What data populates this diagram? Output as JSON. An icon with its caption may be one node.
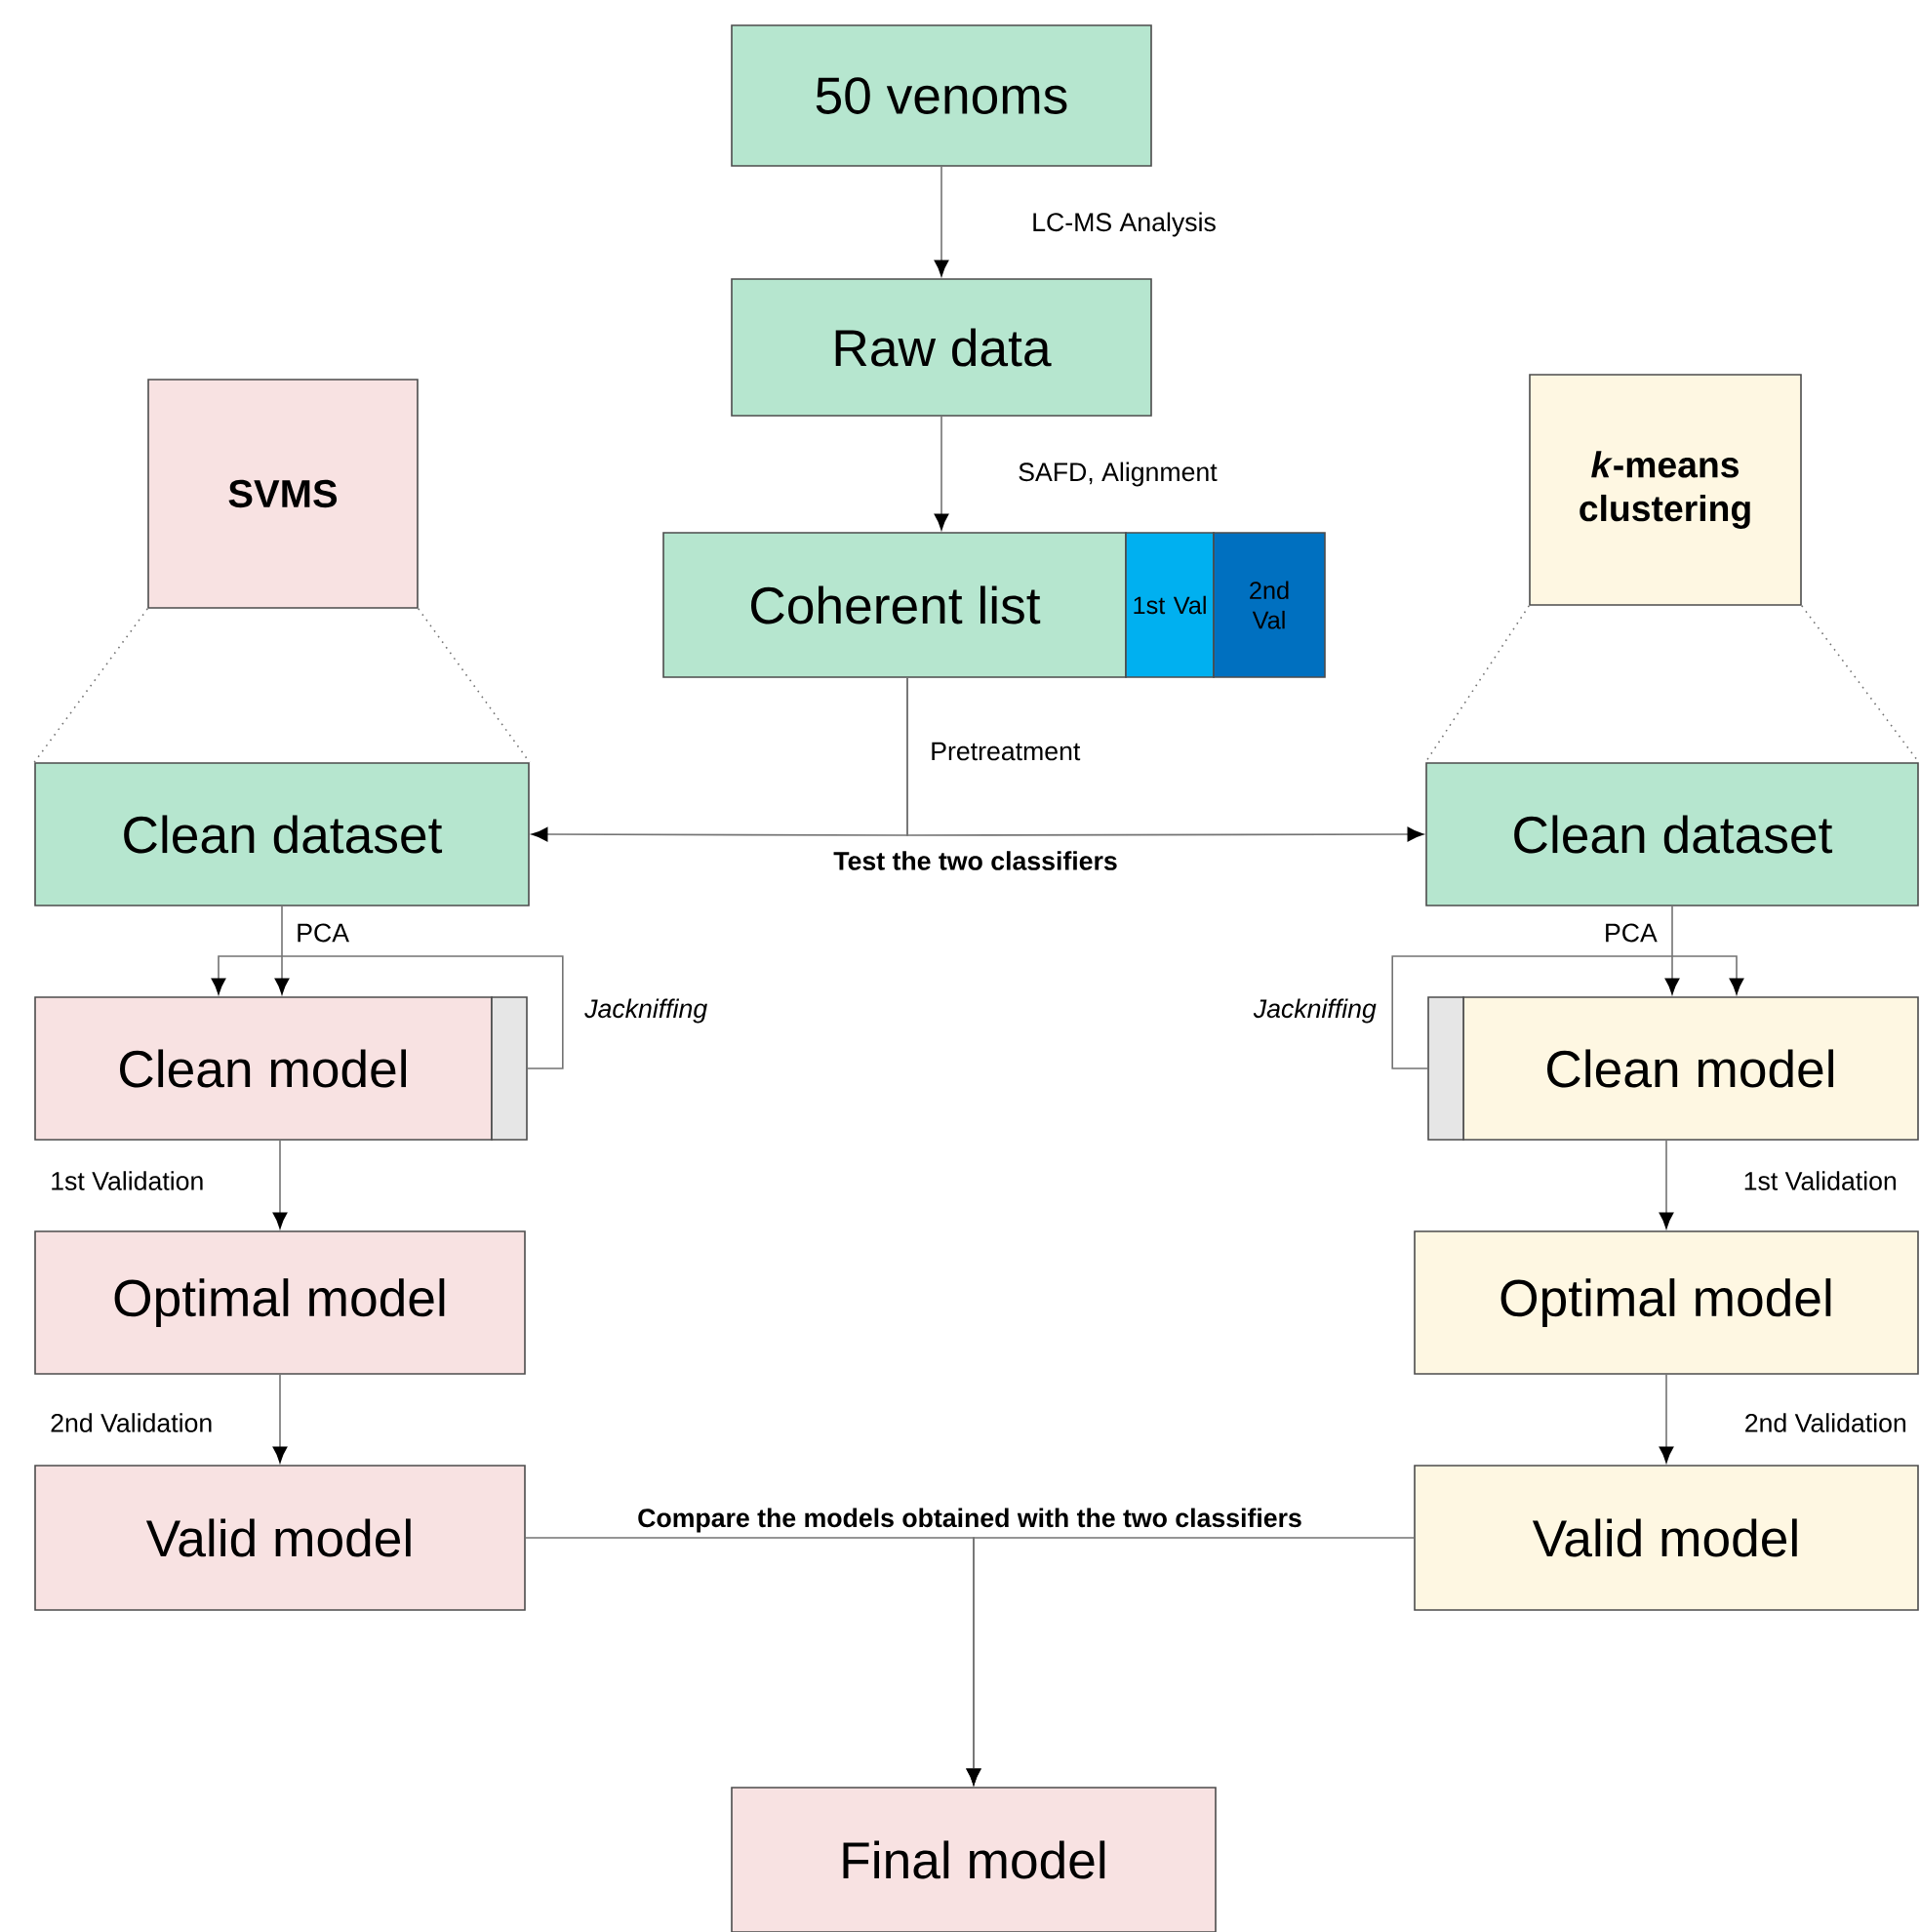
{
  "diagram": {
    "nodes": [
      {
        "text": [
          "50 venoms"
        ]
      },
      {
        "text": [
          "Raw data"
        ]
      },
      {
        "text": [
          "Coherent list"
        ]
      },
      {
        "text": [
          "1st Val"
        ]
      },
      {
        "text": [
          "2nd Val"
        ]
      },
      {
        "text": [
          "SVMS"
        ]
      },
      {
        "text": [
          "*k*-means clustering"
        ]
      },
      {
        "text": [
          "Clean dataset"
        ]
      },
      {
        "text": [
          "Clean dataset"
        ]
      },
      {
        "text": [
          "Clean model"
        ]
      },
      {
        "text": [],
        "shape": "box"
      },
      {
        "text": [
          "Clean model"
        ]
      },
      {
        "text": [],
        "shape": "box"
      },
      {
        "text": [
          "Optimal model"
        ]
      },
      {
        "text": [
          "Optimal model"
        ]
      },
      {
        "text": [
          "Valid model"
        ]
      },
      {
        "text": [
          "Valid model"
        ]
      },
      {
        "text": [
          "Final model"
        ]
      }
    ],
    "edges": [
      {
        "from": 0,
        "to": 1,
        "arrow": "to",
        "label": "LC-MS Analysis"
      },
      {
        "from": 1,
        "to": 2,
        "arrow": "to",
        "label": "SAFD, Alignment"
      },
      {
        "from": 2,
        "to": 7,
        "arrow": "to",
        "label": "Pretreatment"
      },
      {
        "from": 2,
        "to": 8,
        "arrow": "to",
        "label": "Test the two classifiers"
      },
      {
        "from": 5,
        "to": 7,
        "arrow": "none",
        "style": "dashed"
      },
      {
        "from": 5,
        "to": 7,
        "arrow": "none",
        "style": "dashed"
      },
      {
        "from": 6,
        "to": 8,
        "arrow": "none",
        "style": "dashed"
      },
      {
        "from": 6,
        "to": 8,
        "arrow": "none",
        "style": "dashed"
      },
      {
        "from": 7,
        "to": 9,
        "arrow": "to",
        "label": "PCA"
      },
      {
        "from": 10,
        "to": 9,
        "arrow": "to",
        "label": "Jackniffing"
      },
      {
        "from": 8,
        "to": 11,
        "arrow": "to",
        "label": "PCA"
      },
      {
        "from": 12,
        "to": 11,
        "arrow": "to",
        "label": "Jackniffing"
      },
      {
        "from": 9,
        "to": 13,
        "arrow": "to",
        "label": "1st Validation"
      },
      {
        "from": 11,
        "to": 14,
        "arrow": "to",
        "label": "1st Validation"
      },
      {
        "from": 13,
        "to": 15,
        "arrow": "to",
        "label": "2nd Validation"
      },
      {
        "from": 14,
        "to": 16,
        "arrow": "to",
        "label": "2nd Validation"
      },
      {
        "from": 15,
        "to": 17,
        "arrow": "to",
        "label": "Compare the models obtained with the two classifiers"
      },
      {
        "from": 16,
        "to": 17,
        "arrow": "to"
      }
    ]
  }
}
